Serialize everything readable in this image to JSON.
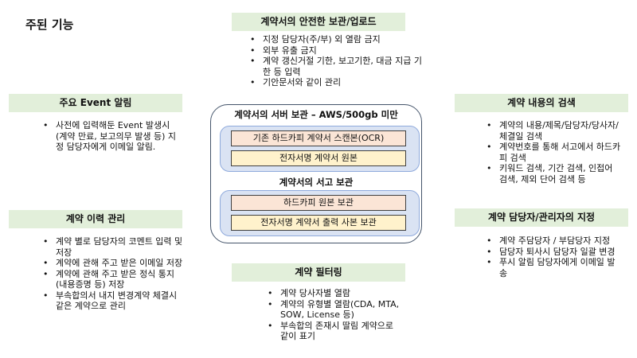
{
  "title": "주된 기능",
  "upload": {
    "header": "계약서의 안전한 보관/업로드",
    "items": [
      "지정 담당자(주/부) 외 열람 금지",
      "외부 유출 금지",
      "계약 갱신거절 기한, 보고기한, 대금 지급 기한 등 입력",
      "기안문서와 같이 관리"
    ]
  },
  "event": {
    "header": "주요 Event 알림",
    "items": [
      "사전에 입력해둔 Event 발생시 (계약 만료, 보고의무 발생 등) 지정 담당자에게 이메일 알림."
    ]
  },
  "history": {
    "header": "계약 이력 관리",
    "items": [
      "계약 별로 담당자의 코멘트 입력 및 저장",
      "계약에 관해 주고 받은 이메일 저장",
      "계약에 관해 주고 받은 정식 통지(내용증명 등) 저장",
      "부속합의서 내지 변경계약 체결시 같은 계약으로 관리"
    ]
  },
  "search": {
    "header": "계약 내용의 검색",
    "items": [
      "계약의 내용/제목/담당자/당사자/체결일 검색",
      "계약번호를 통해 서고에서 하드카피 검색",
      "키워드 검색, 기간 검색, 인접어 검색, 제외 단어 검색 등"
    ]
  },
  "assign": {
    "header": "계약 담당자/관리자의 지정",
    "items": [
      "계약 주담당자 / 부담당자 지정",
      "담당자 퇴사시 담당자 일괄 변경",
      "푸시 알림 담당자에게 이메일 발송"
    ]
  },
  "filter": {
    "header": "계약 필터링",
    "items": [
      "계약 당사자별 열람",
      "계약의 유형별 열람(CDA, MTA, SOW, License 등)",
      "부속합의 존재시 딸림 계약으로 같이 표기"
    ]
  },
  "storage": {
    "server_title": "계약서의 서버 보관 – AWS/500gb 미만",
    "server_rows": [
      "기존 하드카피 계약서 스캔본(OCR)",
      "전자서명 계약서 원본"
    ],
    "archive_title": "계약서의 서고 보관",
    "archive_rows": [
      "하드카피 원본 보관",
      "전자서명 계약서 출력 사본 보관"
    ]
  }
}
